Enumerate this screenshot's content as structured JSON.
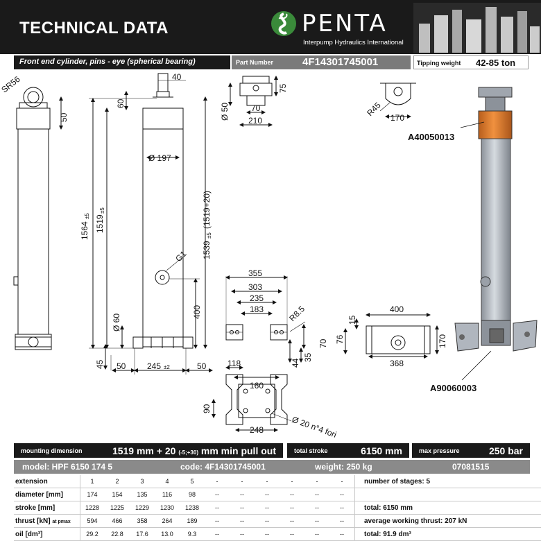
{
  "header": {
    "title": "TECHNICAL DATA",
    "brand": "PENTA",
    "tagline": "Interpump Hydraulics International"
  },
  "info": {
    "description": "Front end cylinder, pins - eye (spherical bearing)",
    "part_number_label": "Part Number",
    "part_number": "4F14301745001",
    "tipping_weight_label": "Tipping weight",
    "tipping_weight": "42-85 ton"
  },
  "drawing": {
    "dims": {
      "sr56": "SR56",
      "d40": "40",
      "d50_top": "50",
      "d60_top": "60",
      "d1564": "1564",
      "d1519": "1519",
      "tol5": "±5",
      "phi197": "Ø 197",
      "g1": "G1",
      "d1539": "1539",
      "d1539b": "(1519+20)",
      "d400v": "400",
      "phi60": "Ø 60",
      "d45": "45",
      "d50a": "50",
      "d245": "245",
      "tol2": "±2",
      "d50b": "50",
      "phi50": "Ø 50",
      "d70top": "70",
      "d210": "210",
      "d75": "75",
      "r45": "R45",
      "d170top": "170",
      "d355": "355",
      "d303": "303",
      "d235": "235",
      "d183": "183",
      "r85": "R8.5",
      "d70side": "70",
      "d44": "44",
      "d35": "35",
      "d118": "118",
      "d160": "160",
      "d90": "90",
      "d248": "248",
      "holes": "Ø 20 n°4 fori",
      "d400h": "400",
      "d15": "15",
      "d76": "76",
      "d368": "368",
      "d170": "170"
    },
    "parts": {
      "top_bracket": "A40050013",
      "bottom_bracket": "A90060003"
    },
    "colors": {
      "cylinder_body": "#b8bec6",
      "collar": "#d9782e",
      "line": "#111111"
    }
  },
  "summary": {
    "mounting_label": "mounting dimension",
    "mounting_value_a": "1519 mm + 20",
    "mounting_value_tol": "(-5;+30)",
    "mounting_value_b": "mm min pull out",
    "stroke_label": "total stroke",
    "stroke_value": "6150 mm",
    "pressure_label": "max pressure",
    "pressure_value": "250 bar",
    "model": "model: HPF 6150 174 5",
    "code": "code: 4F14301745001",
    "weight": "weight: 250 kg",
    "doc_number": "07081515"
  },
  "table": {
    "headers": {
      "extension": "extension",
      "diameter": "diameter [mm]",
      "stroke": "stroke [mm]",
      "thrust": "thrust [kN]",
      "thrust_sub": "at pmax",
      "oil": "oil [dm³]"
    },
    "extension": [
      "1",
      "2",
      "3",
      "4",
      "5",
      "-",
      "-",
      "-",
      "-",
      "-",
      "-"
    ],
    "diameter": [
      "174",
      "154",
      "135",
      "116",
      "98",
      "--",
      "--",
      "--",
      "--",
      "--",
      "--"
    ],
    "stroke": [
      "1228",
      "1225",
      "1229",
      "1230",
      "1238",
      "--",
      "--",
      "--",
      "--",
      "--",
      "--"
    ],
    "thrust": [
      "594",
      "466",
      "358",
      "264",
      "189",
      "--",
      "--",
      "--",
      "--",
      "--",
      "--"
    ],
    "oil": [
      "29.2",
      "22.8",
      "17.6",
      "13.0",
      "9.3",
      "--",
      "--",
      "--",
      "--",
      "--",
      "--"
    ],
    "notes": {
      "stages": "number of stages: 5",
      "total_stroke": "total: 6150 mm",
      "avg_thrust": "average working thrust: 207 kN",
      "total_oil": "total: 91.9 dm³"
    }
  }
}
